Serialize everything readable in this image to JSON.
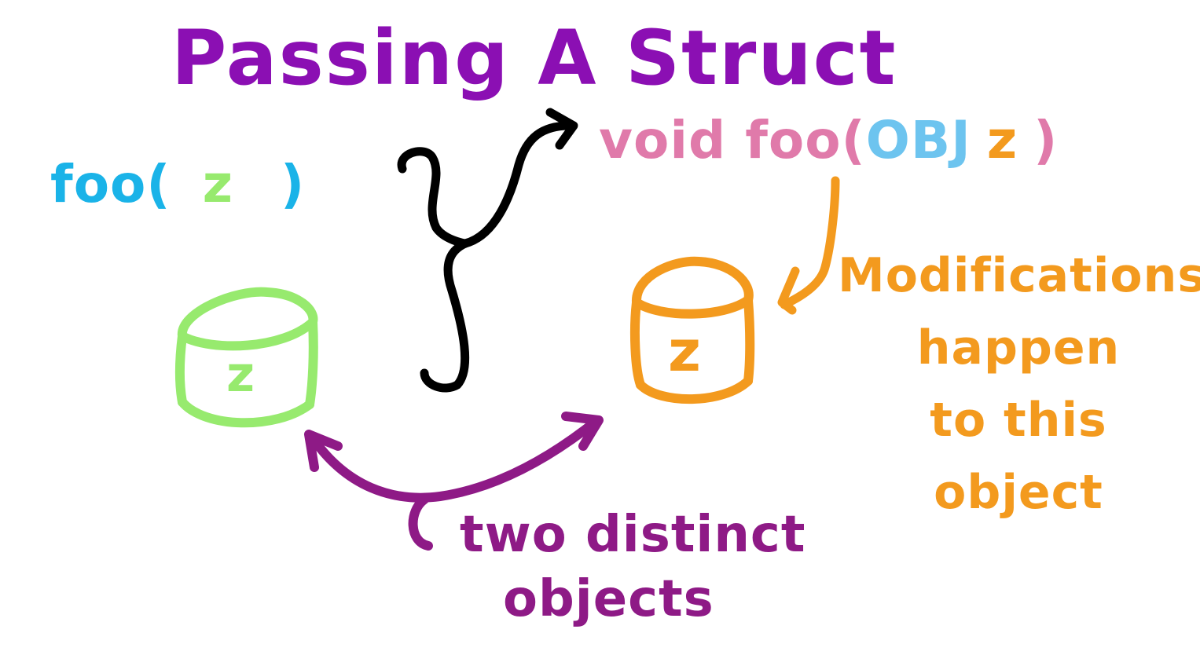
{
  "title": "Passing A Struct",
  "caller": {
    "prefix": "foo(",
    "arg": "z",
    "suffix": ")"
  },
  "signature": {
    "prefix": "void foo(",
    "type": "OBJ",
    "param": "z",
    "suffix": ")"
  },
  "objects": {
    "caller_object_label": "z",
    "callee_object_label": "z"
  },
  "modification_note": [
    "Modifications",
    "happen",
    "to this",
    "object"
  ],
  "distinct_note": [
    "two distinct",
    "objects"
  ],
  "colors": {
    "title": "#8b0fb3",
    "caller_text": "#1ab3e8",
    "caller_arg": "#97ea6e",
    "signature_text": "#e07aaa",
    "signature_type": "#6dc4ef",
    "signature_param": "#f39a1e",
    "green_object": "#97ea6e",
    "orange_object": "#f39a1e",
    "brace": "#000000",
    "distinct_arrow": "#8e1a86"
  }
}
